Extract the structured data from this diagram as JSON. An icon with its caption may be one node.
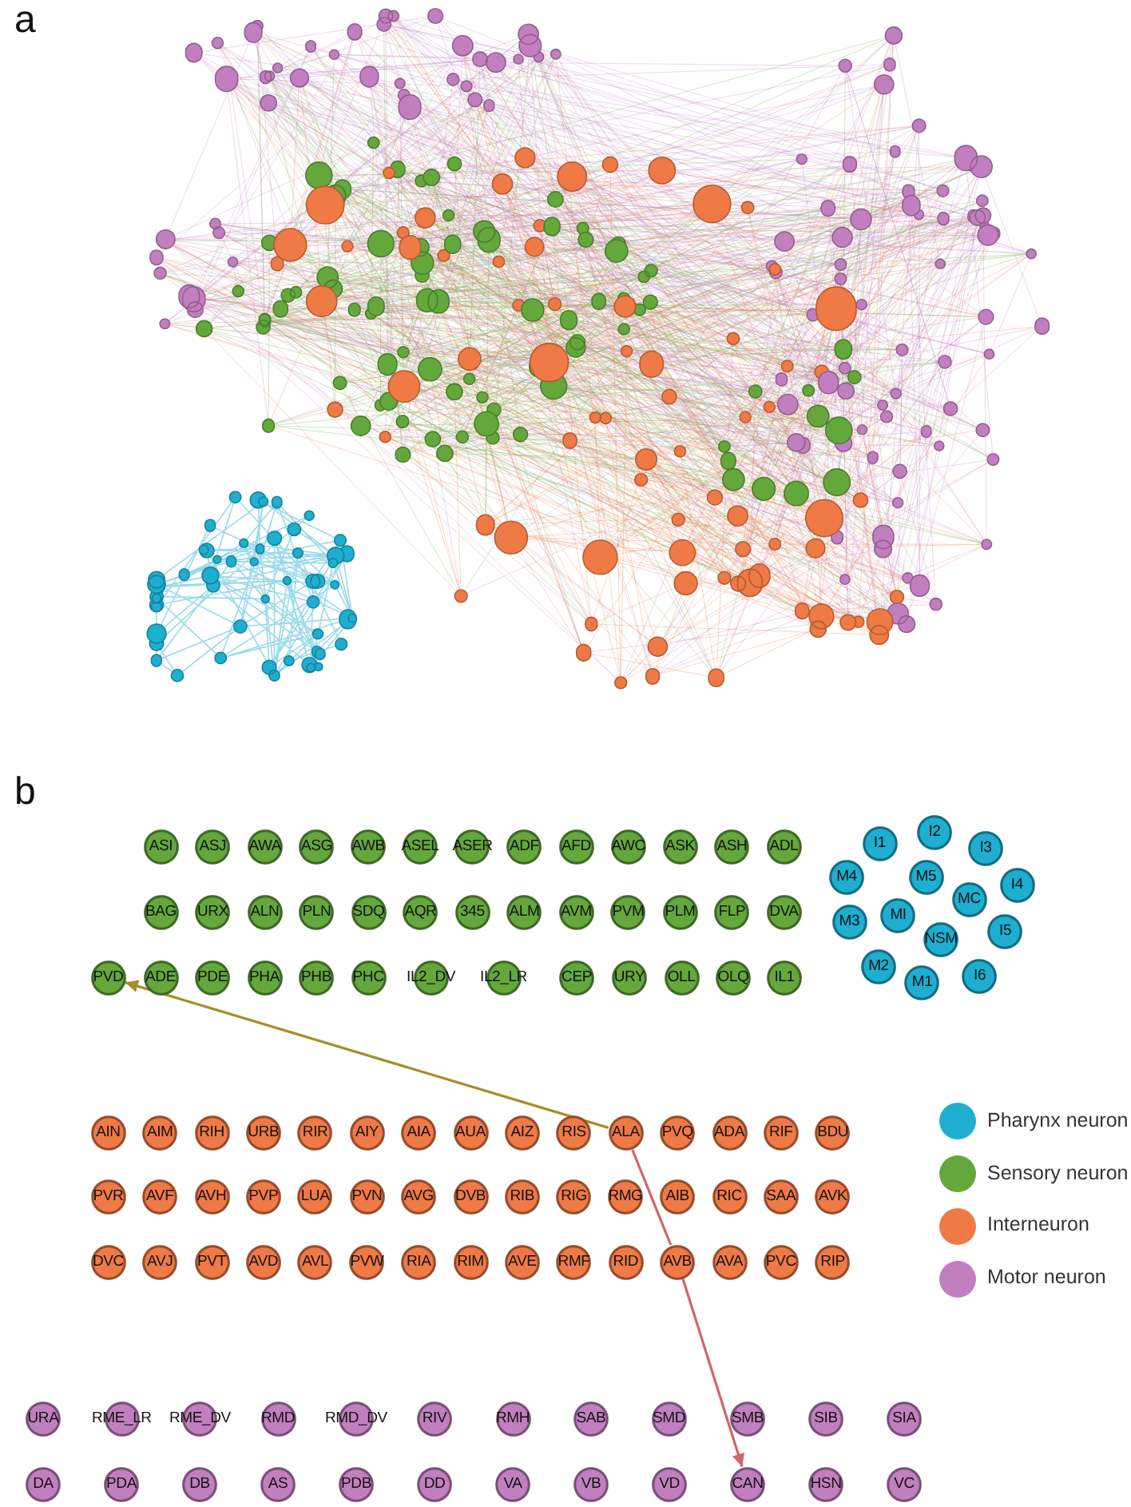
{
  "diagram": {
    "nodes": [
      {
        "text": [
          "ASI"
        ]
      },
      {
        "text": [
          "ASJ"
        ]
      },
      {
        "text": [
          "AWA"
        ]
      },
      {
        "text": [
          "ASG"
        ]
      },
      {
        "text": [
          "AWB"
        ]
      },
      {
        "text": [
          "ASEL"
        ]
      },
      {
        "text": [
          "ASER"
        ]
      },
      {
        "text": [
          "ADF"
        ]
      },
      {
        "text": [
          "AFD"
        ]
      },
      {
        "text": [
          "AWC"
        ]
      },
      {
        "text": [
          "ASK"
        ]
      },
      {
        "text": [
          "ASH"
        ]
      },
      {
        "text": [
          "ADL"
        ]
      },
      {
        "text": [
          "BAG"
        ]
      },
      {
        "text": [
          "URX"
        ]
      },
      {
        "text": [
          "ALN"
        ]
      },
      {
        "text": [
          "PLN"
        ]
      },
      {
        "text": [
          "SDQ"
        ]
      },
      {
        "text": [
          "AQR"
        ]
      },
      {
        "text": [
          "345"
        ]
      },
      {
        "text": [
          "ALM"
        ]
      },
      {
        "text": [
          "AVM"
        ]
      },
      {
        "text": [
          "PVM"
        ]
      },
      {
        "text": [
          "PLM"
        ]
      },
      {
        "text": [
          "FLP"
        ]
      },
      {
        "text": [
          "DVA"
        ]
      },
      {
        "text": [
          "PVD"
        ]
      },
      {
        "text": [
          "ADE"
        ]
      },
      {
        "text": [
          "PDE"
        ]
      },
      {
        "text": [
          "PHA"
        ]
      },
      {
        "text": [
          "PHB"
        ]
      },
      {
        "text": [
          "PHC"
        ]
      },
      {
        "text": [
          "IL2_DV"
        ]
      },
      {
        "text": [
          "IL2_LR"
        ]
      },
      {
        "text": [
          "CEP"
        ]
      },
      {
        "text": [
          "URY"
        ]
      },
      {
        "text": [
          "OLL"
        ]
      },
      {
        "text": [
          "OLQ"
        ]
      },
      {
        "text": [
          "IL1"
        ]
      },
      {
        "text": [
          "I1"
        ]
      },
      {
        "text": [
          "I2"
        ]
      },
      {
        "text": [
          "I3"
        ]
      },
      {
        "text": [
          "M4"
        ]
      },
      {
        "text": [
          "M5"
        ]
      },
      {
        "text": [
          "MC"
        ]
      },
      {
        "text": [
          "I4"
        ]
      },
      {
        "text": [
          "M3"
        ]
      },
      {
        "text": [
          "MI"
        ]
      },
      {
        "text": [
          "NSM"
        ]
      },
      {
        "text": [
          "I5"
        ]
      },
      {
        "text": [
          "M2"
        ]
      },
      {
        "text": [
          "M1"
        ]
      },
      {
        "text": [
          "I6"
        ]
      },
      {
        "text": [
          "AIN"
        ]
      },
      {
        "text": [
          "AIM"
        ]
      },
      {
        "text": [
          "RIH"
        ]
      },
      {
        "text": [
          "URB"
        ]
      },
      {
        "text": [
          "RIR"
        ]
      },
      {
        "text": [
          "AIY"
        ]
      },
      {
        "text": [
          "AIA"
        ]
      },
      {
        "text": [
          "AUA"
        ]
      },
      {
        "text": [
          "AIZ"
        ]
      },
      {
        "text": [
          "RIS"
        ]
      },
      {
        "text": [
          "ALA"
        ]
      },
      {
        "text": [
          "PVQ"
        ]
      },
      {
        "text": [
          "ADA"
        ]
      },
      {
        "text": [
          "RIF"
        ]
      },
      {
        "text": [
          "BDU"
        ]
      },
      {
        "text": [
          "PVR"
        ]
      },
      {
        "text": [
          "AVF"
        ]
      },
      {
        "text": [
          "AVH"
        ]
      },
      {
        "text": [
          "PVP"
        ]
      },
      {
        "text": [
          "LUA"
        ]
      },
      {
        "text": [
          "PVN"
        ]
      },
      {
        "text": [
          "AVG"
        ]
      },
      {
        "text": [
          "DVB"
        ]
      },
      {
        "text": [
          "RIB"
        ]
      },
      {
        "text": [
          "RIG"
        ]
      },
      {
        "text": [
          "RMG"
        ]
      },
      {
        "text": [
          "AIB"
        ]
      },
      {
        "text": [
          "RIC"
        ]
      },
      {
        "text": [
          "SAA"
        ]
      },
      {
        "text": [
          "AVK"
        ]
      },
      {
        "text": [
          "DVC"
        ]
      },
      {
        "text": [
          "AVJ"
        ]
      },
      {
        "text": [
          "PVT"
        ]
      },
      {
        "text": [
          "AVD"
        ]
      },
      {
        "text": [
          "AVL"
        ]
      },
      {
        "text": [
          "PVW"
        ]
      },
      {
        "text": [
          "RIA"
        ]
      },
      {
        "text": [
          "RIM"
        ]
      },
      {
        "text": [
          "AVE"
        ]
      },
      {
        "text": [
          "RMF"
        ]
      },
      {
        "text": [
          "RID"
        ]
      },
      {
        "text": [
          "AVB"
        ]
      },
      {
        "text": [
          "AVA"
        ]
      },
      {
        "text": [
          "PVC"
        ]
      },
      {
        "text": [
          "RIP"
        ]
      },
      {
        "text": [
          "URA"
        ]
      },
      {
        "text": [
          "RME_LR"
        ]
      },
      {
        "text": [
          "RME_DV"
        ]
      },
      {
        "text": [
          "RMD"
        ]
      },
      {
        "text": [
          "RMD_DV"
        ]
      },
      {
        "text": [
          "RIV"
        ]
      },
      {
        "text": [
          "RMH"
        ]
      },
      {
        "text": [
          "SAB"
        ]
      },
      {
        "text": [
          "SMD"
        ]
      },
      {
        "text": [
          "SMB"
        ]
      },
      {
        "text": [
          "SIB"
        ]
      },
      {
        "text": [
          "SIA"
        ]
      },
      {
        "text": [
          "DA"
        ]
      },
      {
        "text": [
          "PDA"
        ]
      },
      {
        "text": [
          "DB"
        ]
      },
      {
        "text": [
          "AS"
        ]
      },
      {
        "text": [
          "PDB"
        ]
      },
      {
        "text": [
          "DD"
        ]
      },
      {
        "text": [
          "VA"
        ]
      },
      {
        "text": [
          "VB"
        ]
      },
      {
        "text": [
          "VD"
        ]
      },
      {
        "text": [
          "CAN"
        ]
      },
      {
        "text": [
          "HSN"
        ]
      },
      {
        "text": [
          "VC"
        ]
      }
    ],
    "edges": [
      {
        "from": 63,
        "to": 26,
        "arrow": "to",
        "color": "#a88d2a"
      },
      {
        "from": 63,
        "to": 94,
        "arrow": "none",
        "color": "#d4646a"
      },
      {
        "from": 94,
        "to": 119,
        "arrow": "to",
        "color": "#d4646a"
      }
    ],
    "labels": [
      "a",
      "b"
    ],
    "legend": [
      {
        "text": "Pharynx neuron",
        "color": "#1eaed0"
      },
      {
        "text": "Sensory neuron",
        "color": "#64a83c"
      },
      {
        "text": "Interneuron",
        "color": "#f07a45"
      },
      {
        "text": "Motor neuron",
        "color": "#c27fbf"
      }
    ]
  }
}
